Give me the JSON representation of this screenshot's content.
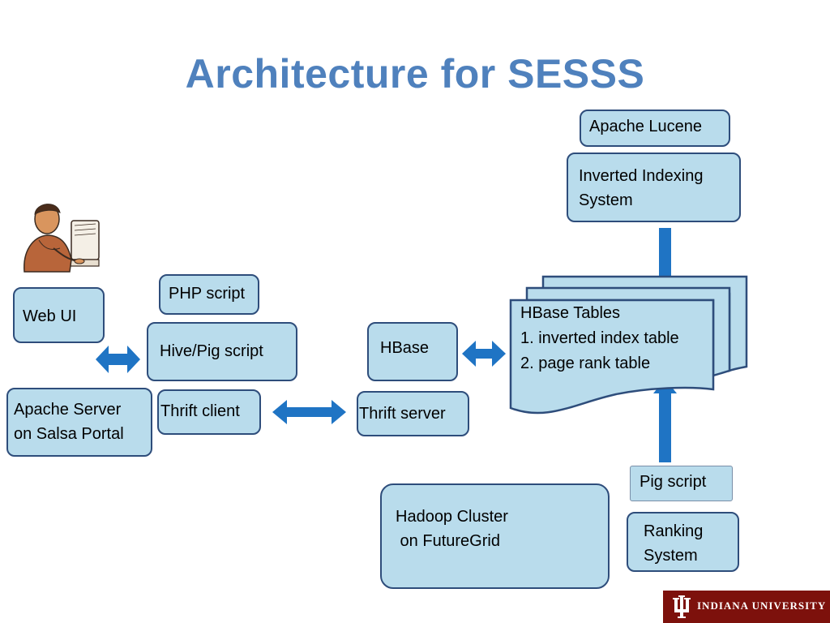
{
  "title": "Architecture for SESSS",
  "nodes": {
    "apache_lucene": "Apache Lucene",
    "inverted_indexing": [
      "Inverted Indexing",
      "System"
    ],
    "php_script": "PHP script",
    "web_ui": "Web UI",
    "hive_pig": "Hive/Pig script",
    "apache_server": [
      "Apache Server",
      "on Salsa Portal"
    ],
    "thrift_client": "Thrift client",
    "hbase": "HBase",
    "thrift_server": "Thrift server",
    "hbase_tables": [
      "HBase Tables",
      "1. inverted index table",
      "2. page rank table"
    ],
    "pig_script": "Pig script",
    "hadoop_cluster": [
      "Hadoop Cluster",
      " on FutureGrid"
    ],
    "ranking_system": [
      "Ranking",
      "System"
    ]
  },
  "logo": {
    "text": "INDIANA UNIVERSITY",
    "background": "#7d110c"
  },
  "colors": {
    "title": "#4f81bd",
    "box_fill": "#b9dcec",
    "box_border": "#2e4d7b",
    "arrow": "#1f74c4"
  },
  "icons": [
    "person-at-computer-icon",
    "indiana-university-trident-icon"
  ]
}
